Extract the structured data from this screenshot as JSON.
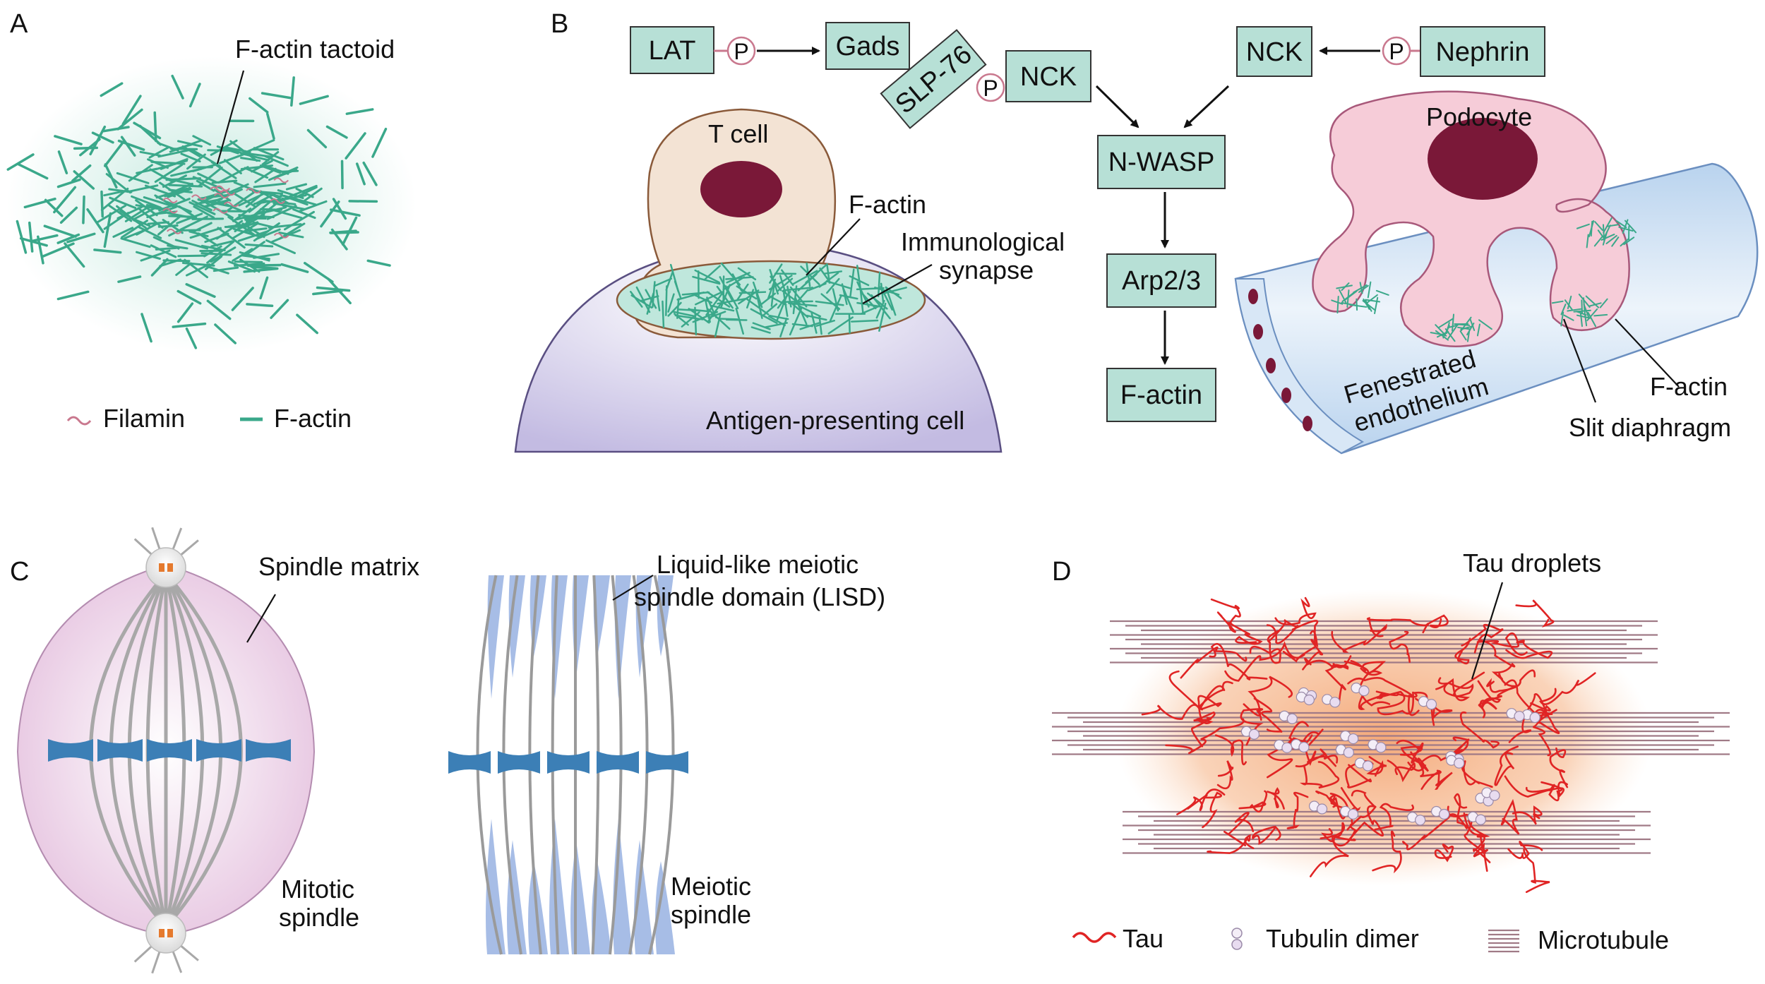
{
  "panels": {
    "A": {
      "letter": "A",
      "tactoid_label": "F-actin tactoid",
      "legend": {
        "filamin": "Filamin",
        "factin": "F-actin"
      }
    },
    "B": {
      "letter": "B",
      "boxes": {
        "lat": "LAT",
        "p1": "P",
        "gads": "Gads",
        "slp76": "SLP-76",
        "p2": "P",
        "nck_left": "NCK",
        "nck_right": "NCK",
        "p3": "P",
        "nephrin": "Nephrin",
        "nwasp": "N-WASP",
        "arp23": "Arp2/3",
        "factin": "F-actin"
      },
      "labels": {
        "tcell": "T cell",
        "factin": "F-actin",
        "synapse_1": "Immunological",
        "synapse_2": "synapse",
        "apc": "Antigen-presenting cell",
        "podocyte": "Podocyte",
        "endo_1": "Fenestrated",
        "endo_2": "endothelium",
        "pod_factin": "F-actin",
        "slit": "Slit diaphragm"
      }
    },
    "C": {
      "letter": "C",
      "matrix": "Spindle matrix",
      "lisd_1": "Liquid-like meiotic",
      "lisd_2": "spindle domain (LISD)",
      "mitotic_1": "Mitotic",
      "mitotic_2": "spindle",
      "meiotic_1": "Meiotic",
      "meiotic_2": "spindle"
    },
    "D": {
      "letter": "D",
      "droplets": "Tau droplets",
      "legend": {
        "tau": "Tau",
        "tubulin": "Tubulin dimer",
        "microtubule": "Microtubule"
      }
    }
  },
  "colors": {
    "factin": "#3aa88a",
    "box_fill": "#b7e0d6",
    "tcell": "#f3e3d4",
    "nucleus": "#7a1838",
    "apc": "#cfc8e6",
    "podocyte": "#f6ccd8",
    "capillary": "#c9dcf0",
    "spindle_pink": "#ecd2e8",
    "lisd_blue": "#8aa7dd",
    "chromosome": "#3c7fb6",
    "tau": "#e02424",
    "microtubule": "#a07a86",
    "droplet": "#f0a070"
  }
}
